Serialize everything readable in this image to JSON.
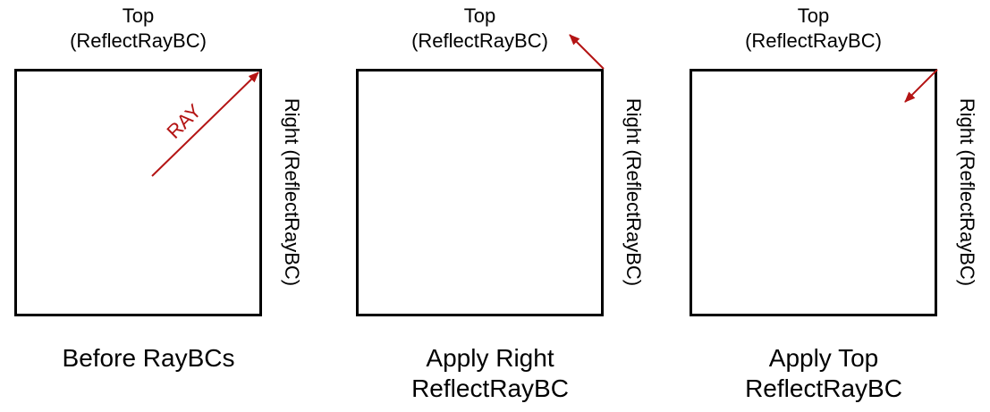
{
  "colors": {
    "ray_red": "#b41414",
    "box_border": "#000000",
    "text": "#000000",
    "background": "#ffffff"
  },
  "panels": [
    {
      "top_label": {
        "line1": "Top",
        "line2": "(ReflectRayBC)"
      },
      "right_label": "Right (ReflectRayBC)",
      "ray_label": "RAY",
      "ray_direction": "from box interior toward top-right corner",
      "caption": {
        "line1": "Before RayBCs",
        "line2": ""
      }
    },
    {
      "top_label": {
        "line1": "Top",
        "line2": "(ReflectRayBC)"
      },
      "right_label": "Right (ReflectRayBC)",
      "ray_label": "",
      "ray_direction": "from top-right corner heading up-left outside box",
      "caption": {
        "line1": "Apply Right",
        "line2": "ReflectRayBC"
      }
    },
    {
      "top_label": {
        "line1": "Top",
        "line2": "(ReflectRayBC)"
      },
      "right_label": "Right (ReflectRayBC)",
      "ray_label": "",
      "ray_direction": "from top-right corner heading down-left into box",
      "caption": {
        "line1": "Apply Top",
        "line2": "ReflectRayBC"
      }
    }
  ]
}
